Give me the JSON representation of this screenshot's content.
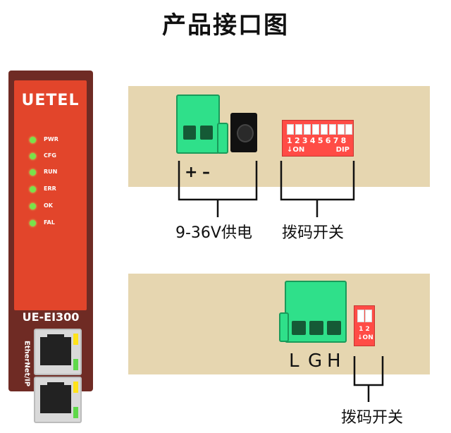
{
  "title": "产品接口图",
  "device": {
    "brand": "UETEL",
    "leds": [
      "PWR",
      "CFG",
      "RUN",
      "ERR",
      "OK",
      "FAL"
    ],
    "model": "UE-EI300",
    "port_label": "EtherNet/IP"
  },
  "top_panel": {
    "polarity_plus": "+",
    "polarity_minus": "–",
    "dip_numbers": "12345678",
    "dip_on": "↓ON",
    "dip_label": "DIP",
    "power_caption": "9-36V供电",
    "dip_caption": "拨码开关"
  },
  "bottom_panel": {
    "terminal_labels": [
      "L",
      "G",
      "H"
    ],
    "dip2_numbers": "1 2",
    "dip2_on": "↓ON",
    "dip_caption": "拨码开关"
  },
  "colors": {
    "device_body": "#6f2b24",
    "device_front": "#e2452b",
    "panel": "#e6d6b0",
    "terminal": "#2fe08a",
    "dip": "#ff4c46",
    "led": "#79e24a"
  }
}
